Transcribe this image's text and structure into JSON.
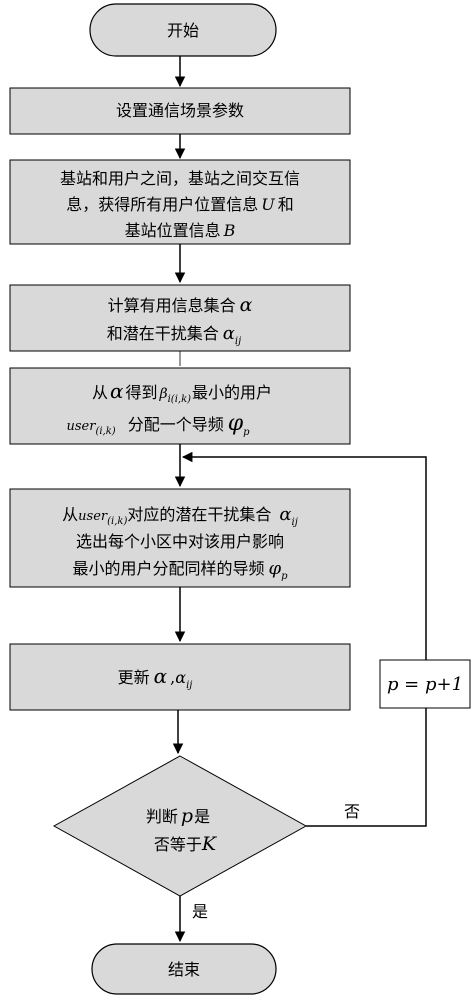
{
  "diagram": {
    "start": "开始",
    "step1": "设置通信场景参数",
    "step2": {
      "line1": "基站和用户之间，基站之间交互信",
      "line2_text": "息，获得所有用户位置信息",
      "line2_var": "U",
      "line2_suffix": "和",
      "line3_text": "基站位置信息",
      "line3_var": "B"
    },
    "step3": {
      "line1_text": "计算有用信息集合",
      "line1_var": "α",
      "line2_text": "和潜在干扰集合",
      "line2_var": "α",
      "line2_sub": "ij"
    },
    "step4": {
      "line1_prefix": "从",
      "line1_var": "α",
      "line1_mid": "得到",
      "line1_beta": "β",
      "line1_beta_sub": "i(i,k)",
      "line1_suffix": "最小的用户",
      "line2_user": "user",
      "line2_user_sub": "(i,k)",
      "line2_text": "分配一个导频",
      "line2_phi": "φ",
      "line2_phi_sub": "p"
    },
    "step5": {
      "line1_prefix": "从",
      "line1_user": "user",
      "line1_user_sub": "(i,k)",
      "line1_text": "对应的潜在干扰集合",
      "line1_var": "α",
      "line1_var_sub": "ij",
      "line2": "选出每个小区中对该用户影响",
      "line3_text": "最小的用户分配同样的导频",
      "line3_phi": "φ",
      "line3_phi_sub": "p"
    },
    "step6": {
      "text": "更新",
      "var1": "α",
      "sep": ",",
      "var2": "α",
      "var2_sub": "ij"
    },
    "decision": {
      "line1_text": "判断",
      "line1_var": "p",
      "line1_suffix": "是",
      "line2_text": "否等于",
      "line2_var": "K"
    },
    "increment": "p = p+1",
    "no_label": "否",
    "yes_label": "是",
    "end": "结束"
  },
  "colors": {
    "box_fill": "#d9d9d9",
    "stroke": "#000000",
    "background": "#ffffff"
  }
}
